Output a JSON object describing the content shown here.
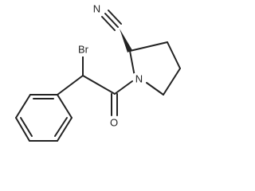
{
  "atoms": {
    "N_nitrile": "N",
    "Br": "Br",
    "N_ring": "N",
    "O": "O"
  },
  "colors": {
    "ink": "#222222",
    "background": "#ffffff"
  }
}
